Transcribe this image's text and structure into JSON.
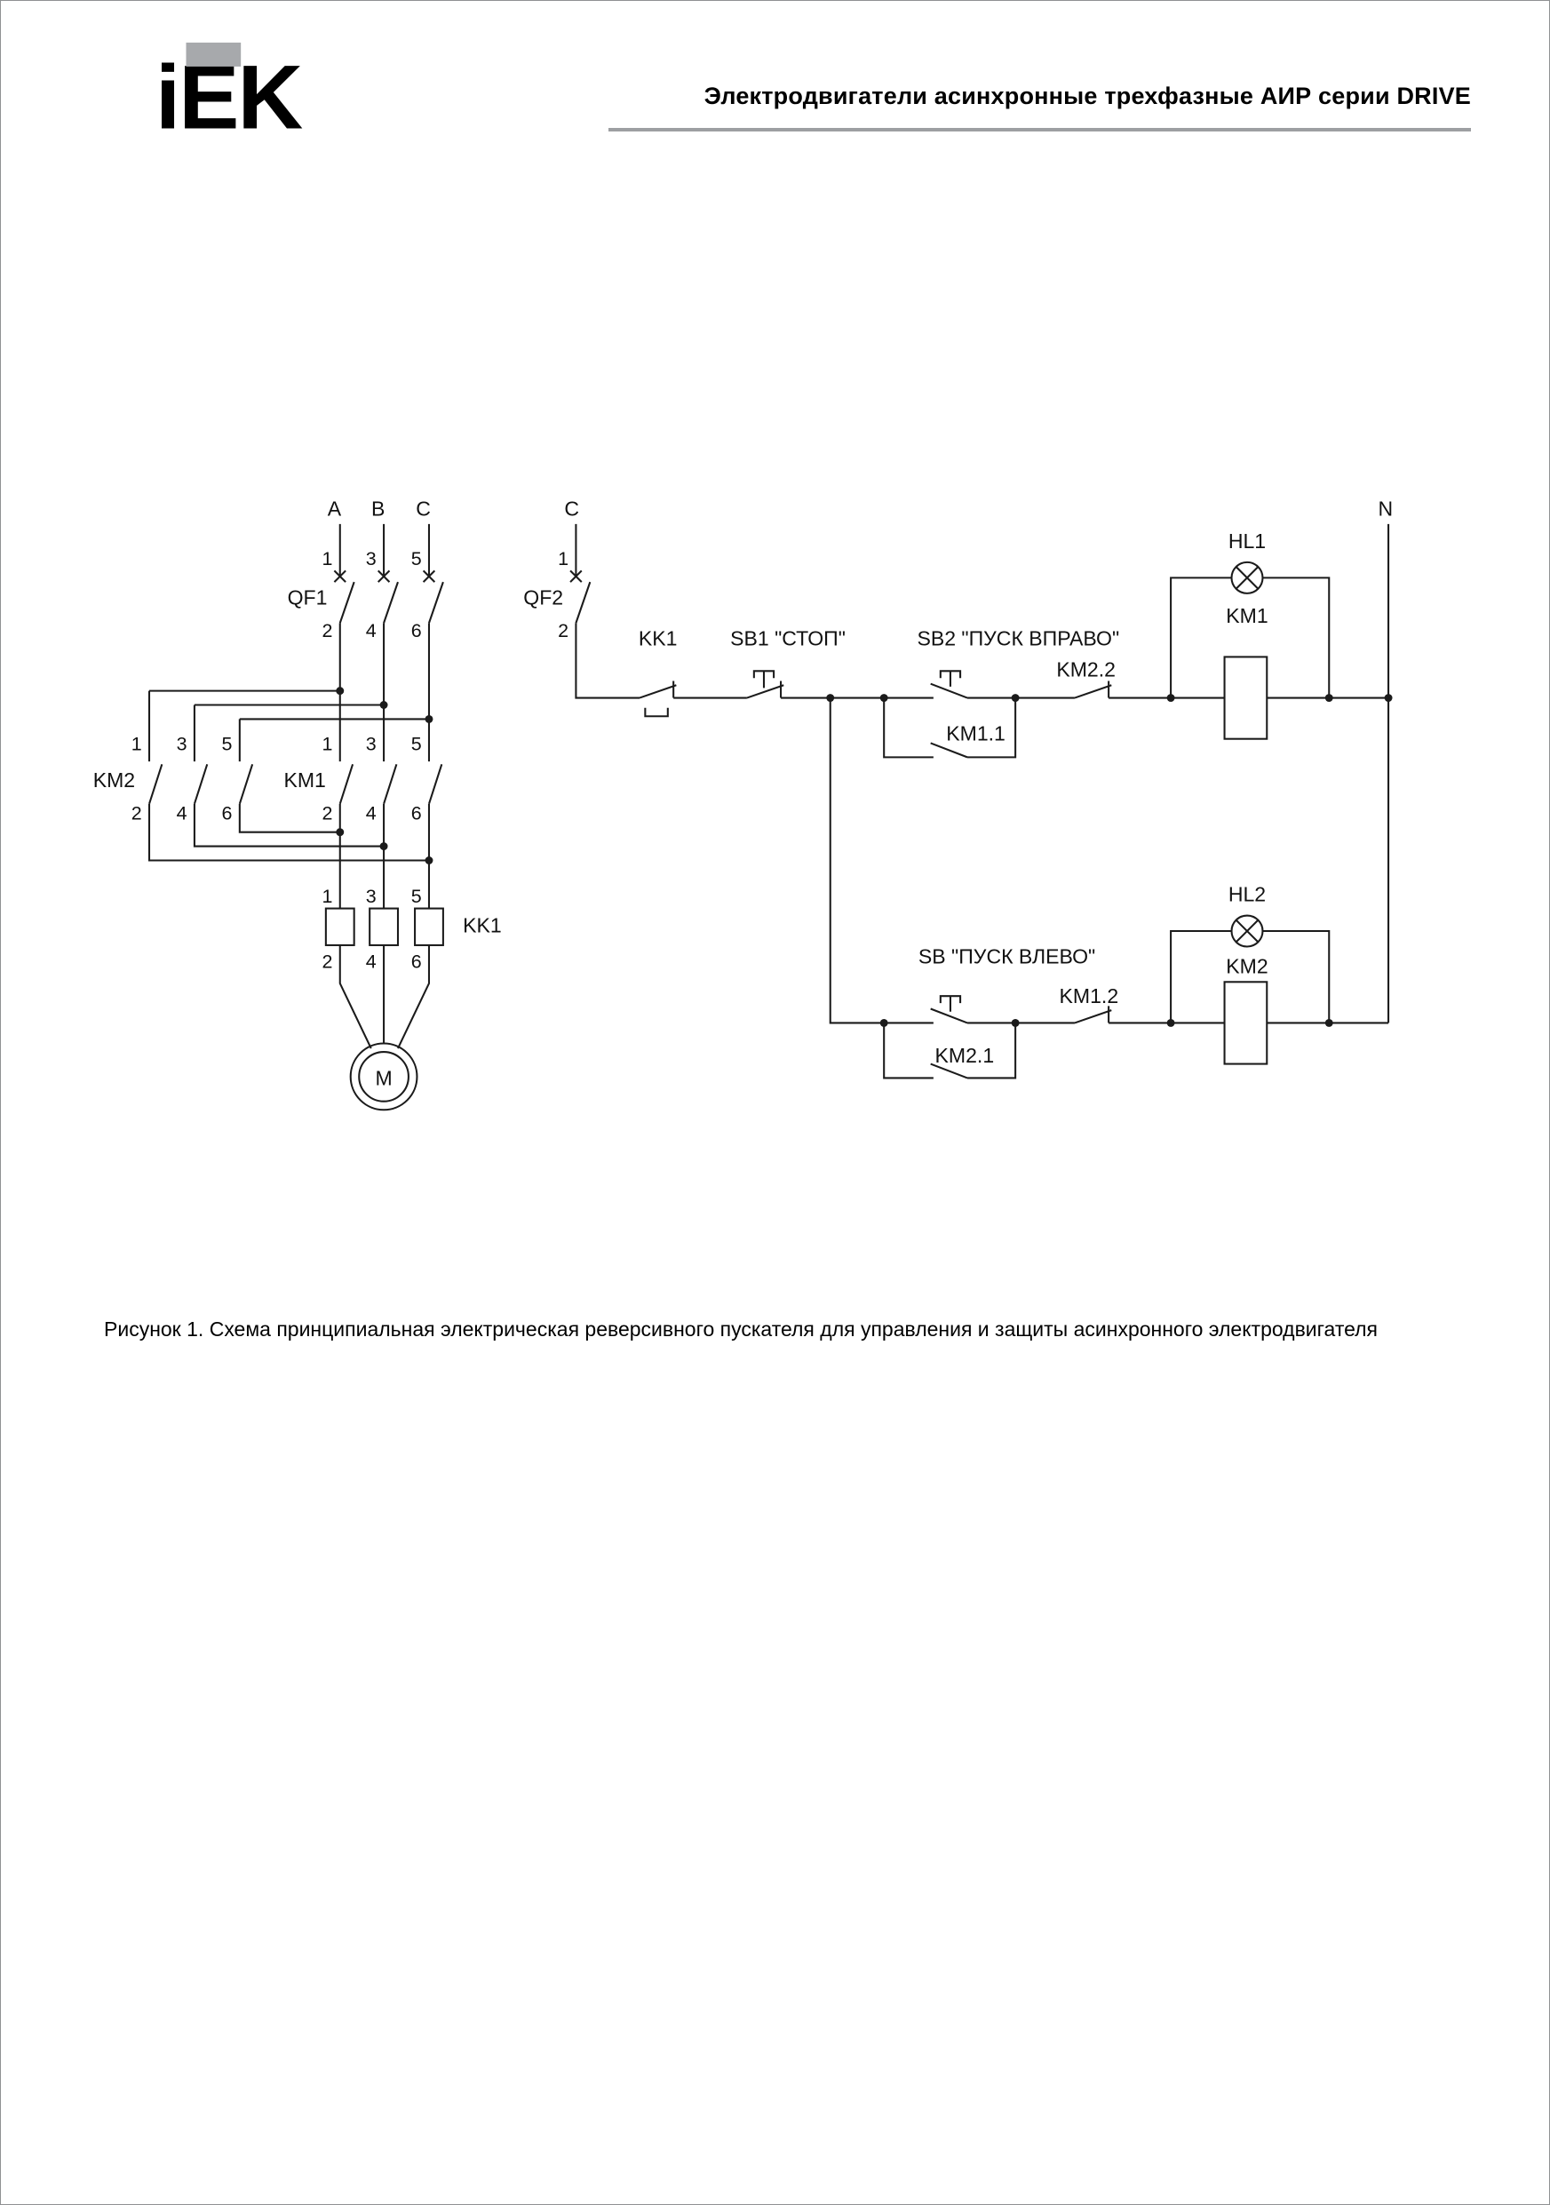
{
  "header": {
    "logo_text": "iEK",
    "title": "Электродвигатели асинхронные трехфазные АИР серии DRIVE"
  },
  "caption": "Рисунок 1. Схема принципиальная электрическая реверсивного пускателя для управления и защиты асинхронного электродвигателя",
  "diagram": {
    "power": {
      "phases": [
        "A",
        "B",
        "C"
      ],
      "odd_terminals": [
        "1",
        "3",
        "5"
      ],
      "even_terminals": [
        "2",
        "4",
        "6"
      ],
      "breaker": "QF1",
      "contactor_left": "KM2",
      "contactor_right": "KM1",
      "thermal_relay": "KK1",
      "motor": "M"
    },
    "control": {
      "phase": "C",
      "neutral": "N",
      "breaker": "QF2",
      "terminal_1": "1",
      "terminal_2": "2",
      "thermal_contact": "KK1",
      "stop_button": "SB1 \"СТОП\"",
      "start_right_button": "SB2 \"ПУСК ВПРАВО\"",
      "start_left_button": "SB \"ПУСК ВЛЕВО\"",
      "km1_aux_no": "KM1.1",
      "km2_aux_nc": "KM2.2",
      "km2_aux_no": "KM2.1",
      "km1_aux_nc": "KM1.2",
      "lamp_right": "HL1",
      "lamp_left": "HL2",
      "coil_right": "KM1",
      "coil_left": "KM2"
    },
    "colors": {
      "line": "#1b1b1b",
      "accent_gray": "#9d9fa2"
    }
  }
}
